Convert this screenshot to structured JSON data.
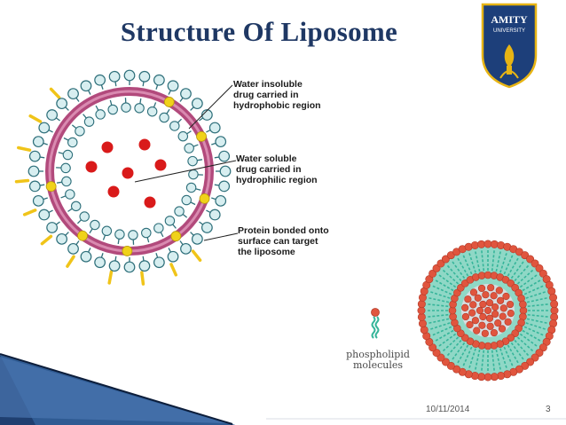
{
  "slide": {
    "title": "Structure Of Liposome",
    "footer_date": "10/11/2014",
    "page_number": "3"
  },
  "logo": {
    "line1": "AMITY",
    "line2": "UNIVERSITY"
  },
  "diagram": {
    "annotations": [
      "Water insoluble\ndrug carried in\nhydrophobic region",
      "Water soluble\ndrug carried in\nhydrophilic region",
      "Protein bonded onto\nsurface can target\nthe liposome"
    ],
    "phospholipid_label": "phospholipid\nmolecules"
  },
  "colors": {
    "title": "#1f3864",
    "lipid_head": "#d7eef0",
    "lipid_outline": "#2e6f7a",
    "core_band": "#b24a7c",
    "hydrophobic_drug": "#f0d21a",
    "hydrophilic_drug": "#d91a1a",
    "protein": "#f0c419",
    "micelle_head": "#e0553e",
    "micelle_tail": "#36b59a",
    "logo_blue": "#1d3f7a",
    "logo_gold": "#e7b414"
  }
}
